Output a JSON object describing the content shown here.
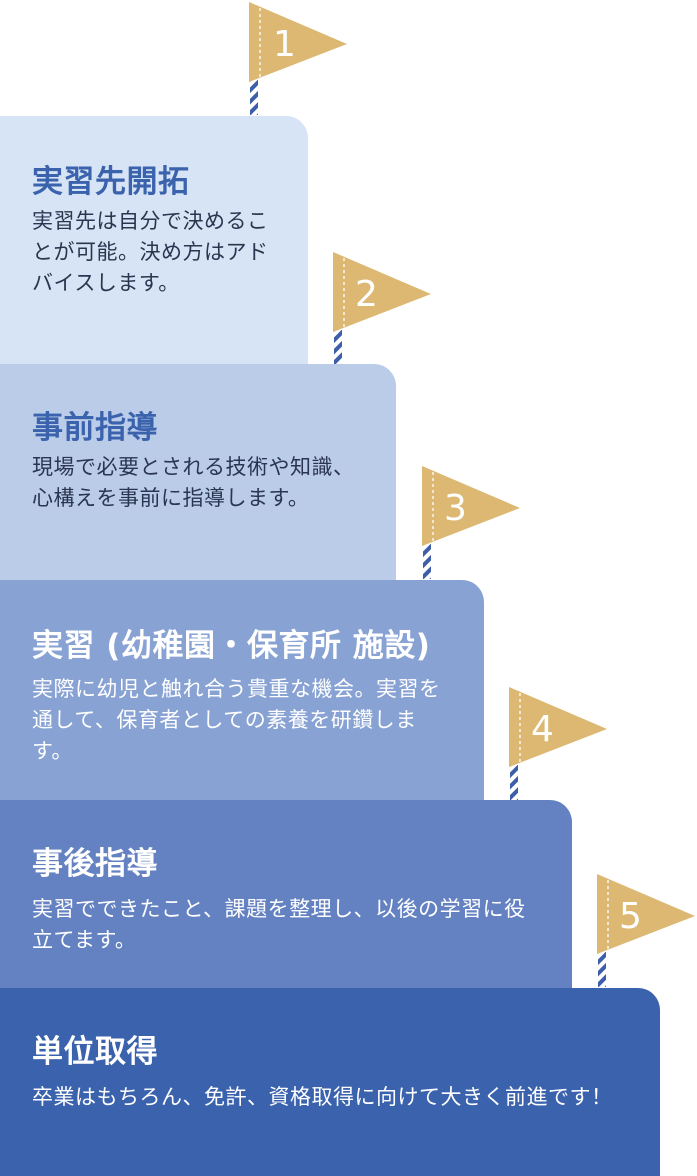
{
  "colors": {
    "flag": "#dcb872",
    "flag_number": "#ffffff",
    "pole_stripe": "#3d5ea8",
    "title_dark": "#3b62ad",
    "text_dark": "#2a3650",
    "text_light": "#ffffff"
  },
  "steps": [
    {
      "number": "1",
      "title": "実習先開拓",
      "description": "実習先は自分で決めることが可能。決め方はアドバイスします。",
      "bg": "#d6e4f5"
    },
    {
      "number": "2",
      "title": "事前指導",
      "description": "現場で必要とされる技術や知識、心構えを事前に指導します。",
      "bg": "#bacce8"
    },
    {
      "number": "3",
      "title": "実習 (幼稚園・保育所 施設)",
      "description": "実際に幼児と触れ合う貴重な機会。実習を通して、保育者としての素養を研鑽します。",
      "bg": "#87a2d3"
    },
    {
      "number": "4",
      "title": "事後指導",
      "description": "実習でできたこと、課題を整理し、以後の学習に役立てます。",
      "bg": "#6482c2"
    },
    {
      "number": "5",
      "title": "単位取得",
      "description": "卒業はもちろん、免許、資格取得に向けて大きく前進です！",
      "bg": "#3b62ad"
    }
  ]
}
